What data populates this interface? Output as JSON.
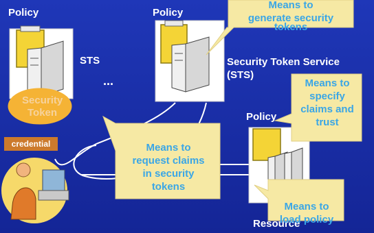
{
  "labels": {
    "policy_1": "Policy",
    "policy_2": "Policy",
    "policy_3": "Policy",
    "sts": "STS",
    "sts_full_1": "Security Token Service",
    "sts_full_2": "(STS)",
    "ellipsis": "...",
    "resource": "Resource",
    "credential": "credential",
    "security_token_1": "Security",
    "security_token_2": "Token"
  },
  "callouts": {
    "generate": [
      "Means to",
      "generate security",
      "tokens"
    ],
    "specify": [
      "Means to",
      "specify",
      "claims and",
      "trust"
    ],
    "request": [
      "Means to",
      "request claims",
      "in security",
      "tokens"
    ],
    "load": [
      "Means to",
      "load policy"
    ]
  },
  "colors": {
    "background": "#1f37b8",
    "callout_fill": "#f6e9a4",
    "callout_text": "#3aa6e6",
    "token_fill": "#f5b335",
    "credential_fill": "#cc7a2c"
  }
}
